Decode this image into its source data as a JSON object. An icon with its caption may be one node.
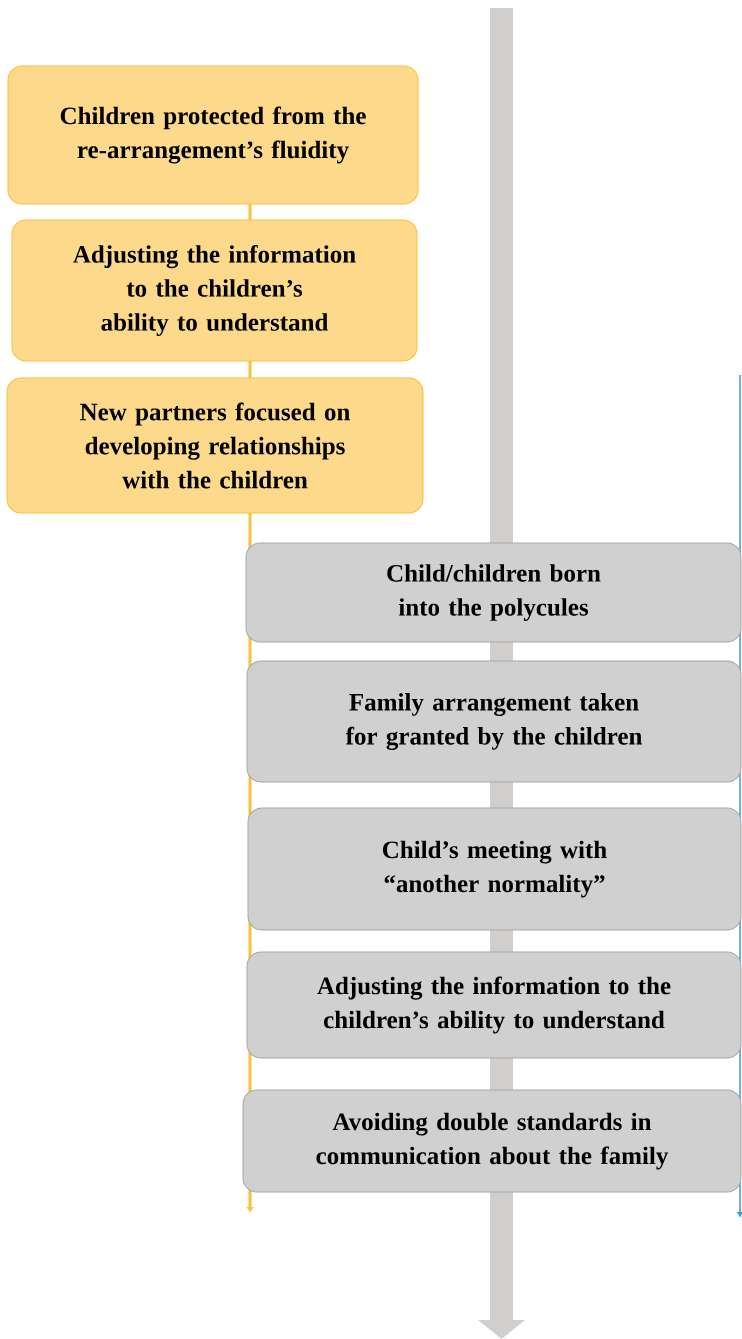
{
  "diagram": {
    "nodes": [
      {
        "text": [
          "Children protected from the re-arrangement’s fluidity"
        ]
      },
      {
        "text": [
          "Adjusting the information to the children’s ability to understand"
        ]
      },
      {
        "text": [
          "New partners focused on developing relationships with the children"
        ]
      },
      {
        "text": [
          "Child/children born into the polycules"
        ]
      },
      {
        "text": [
          "Family arrangement taken for granted by the children"
        ]
      },
      {
        "text": [
          "Child’s meeting with “another normality”"
        ]
      },
      {
        "text": [
          "Adjusting the information to the children’s ability to understand"
        ]
      },
      {
        "text": [
          "Avoiding double standards in communication about the family"
        ]
      }
    ]
  }
}
